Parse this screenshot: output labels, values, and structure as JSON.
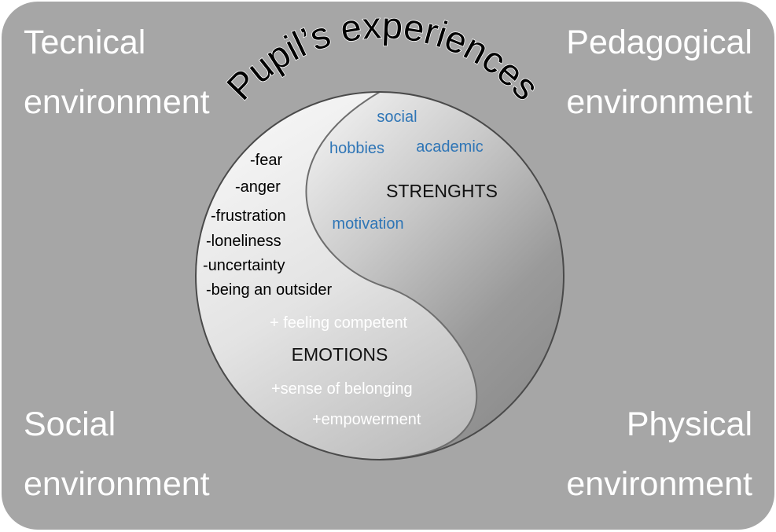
{
  "corners": {
    "top_left": [
      "Tecnical",
      "environment"
    ],
    "top_right": [
      "Pedagogical",
      "environment"
    ],
    "bottom_left": [
      "Social",
      "environment"
    ],
    "bottom_right": [
      "Physical",
      "environment"
    ]
  },
  "title": "Pupil’s experiences",
  "strengths": {
    "heading": "STRENGHTS",
    "items": [
      "social",
      "hobbies",
      "academic",
      "motivation"
    ],
    "color": "#2e75b6"
  },
  "emotions": {
    "heading": "EMOTIONS",
    "negative": [
      "-fear",
      "-anger",
      "-frustration",
      "-loneliness",
      "-uncertainty",
      "-being an outsider"
    ],
    "positive": [
      "+ feeling competent",
      "+sense of belonging",
      "+empowerment"
    ]
  }
}
